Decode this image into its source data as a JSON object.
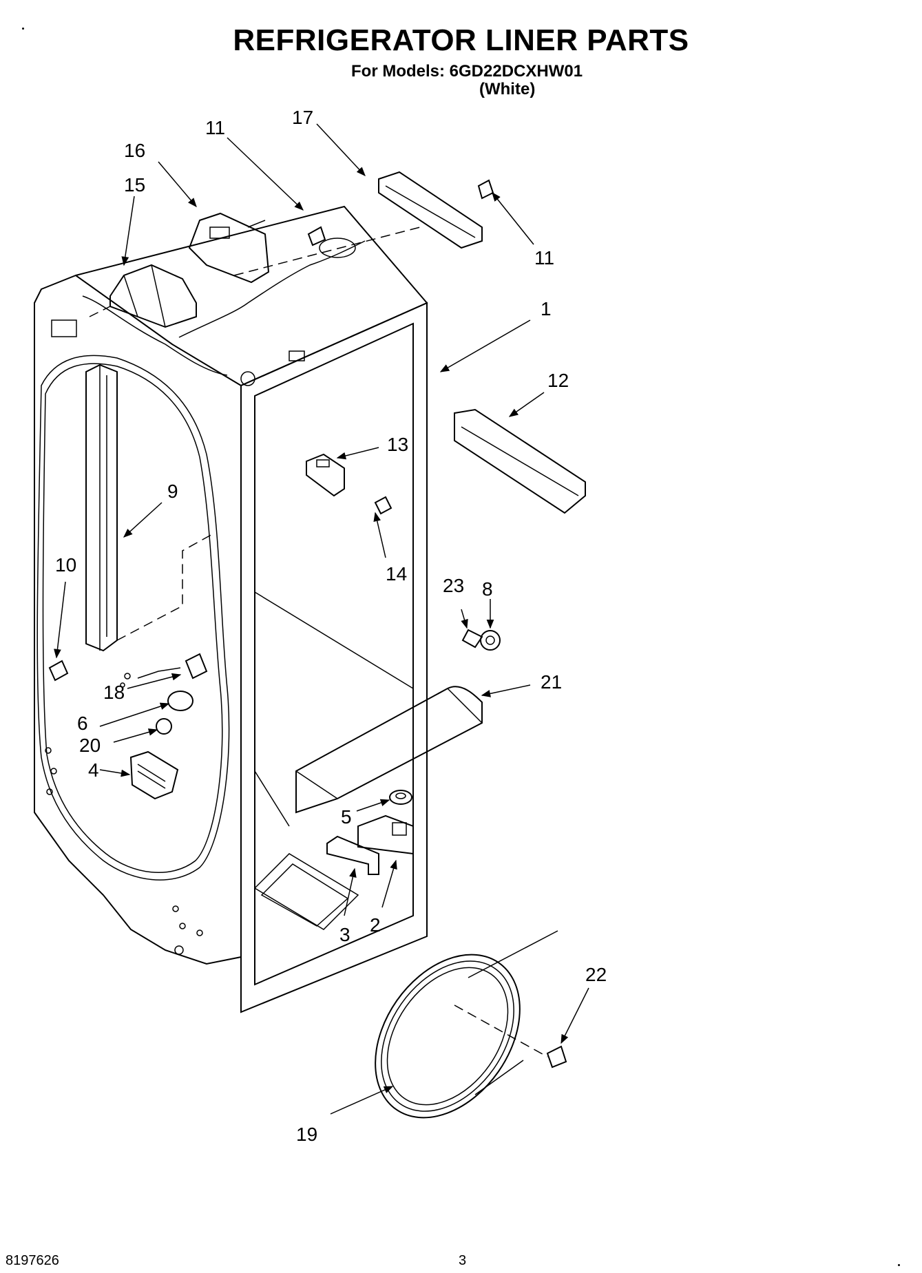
{
  "title": "REFRIGERATOR LINER PARTS",
  "subtitle": "For Models: 6GD22DCXHW01",
  "subtitle2": "(White)",
  "footer": {
    "doc_number": "8197626",
    "page_number": "3"
  },
  "callouts": [
    {
      "id": "c11a",
      "text": "11"
    },
    {
      "id": "c17",
      "text": "17"
    },
    {
      "id": "c16",
      "text": "16"
    },
    {
      "id": "c15",
      "text": "15"
    },
    {
      "id": "c11b",
      "text": "11"
    },
    {
      "id": "c1",
      "text": "1"
    },
    {
      "id": "c12",
      "text": "12"
    },
    {
      "id": "c13",
      "text": "13"
    },
    {
      "id": "c9",
      "text": "9"
    },
    {
      "id": "c14",
      "text": "14"
    },
    {
      "id": "c10",
      "text": "10"
    },
    {
      "id": "c23",
      "text": "23"
    },
    {
      "id": "c8",
      "text": "8"
    },
    {
      "id": "c21",
      "text": "21"
    },
    {
      "id": "c18",
      "text": "18"
    },
    {
      "id": "c6",
      "text": "6"
    },
    {
      "id": "c20",
      "text": "20"
    },
    {
      "id": "c4",
      "text": "4"
    },
    {
      "id": "c5",
      "text": "5"
    },
    {
      "id": "c3",
      "text": "3"
    },
    {
      "id": "c2",
      "text": "2"
    },
    {
      "id": "c22",
      "text": "22"
    },
    {
      "id": "c19",
      "text": "19"
    }
  ]
}
